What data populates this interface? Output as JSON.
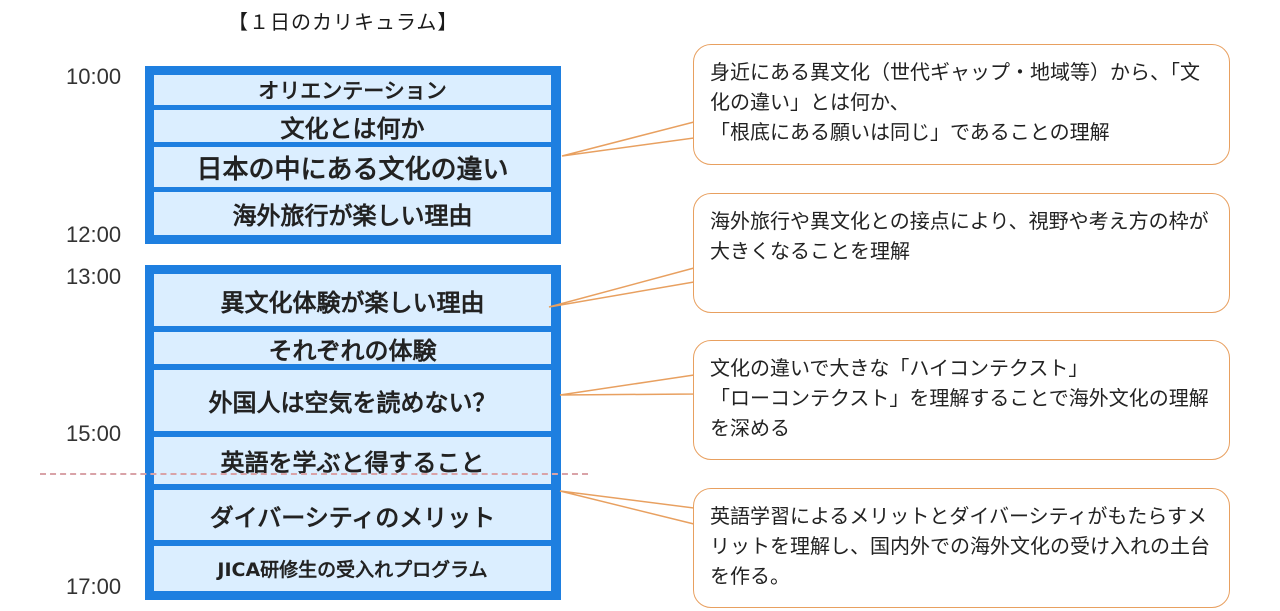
{
  "title": "【１日のカリキュラム】",
  "times": [
    "10:00",
    "12:00",
    "13:00",
    "15:00",
    "17:00"
  ],
  "blocks": [
    {
      "rows": [
        "オリエンテーション",
        "文化とは何か",
        "日本の中にある文化の違い",
        "海外旅行が楽しい理由"
      ]
    },
    {
      "rows": [
        "異文化体験が楽しい理由",
        "それぞれの体験",
        "外国人は空気を読めない？",
        "英語を学ぶと得すること",
        "ダイバーシティのメリット",
        "JICA研修生の受入れプログラム"
      ]
    }
  ],
  "callouts": [
    "身近にある異文化（世代ギャップ・地域等）から、「文化の違い」とは何か、\n「根底にある願いは同じ」であることの理解",
    "海外旅行や異文化との接点により、視野や考え方の枠が大きくなることを理解",
    "文化の違いで大きな「ハイコンテクスト」\n「ローコンテクスト」を理解することで海外文化の理解を深める",
    "英語学習によるメリットとダイバーシティがもたらすメリットを理解し、国内外での海外文化の受け入れの土台を作る。"
  ],
  "colors": {
    "block_border": "#1e7fe0",
    "row_fill": "#dbeeff",
    "callout_border": "#e8a060",
    "divider": "#d9a3a8"
  }
}
